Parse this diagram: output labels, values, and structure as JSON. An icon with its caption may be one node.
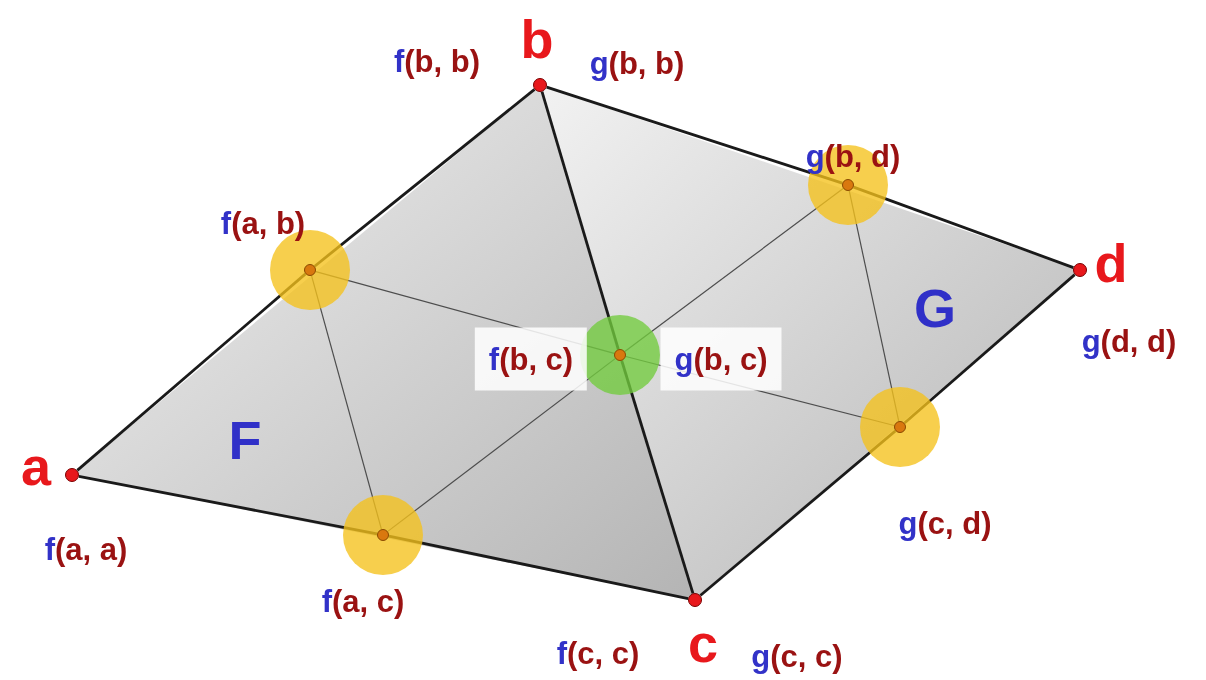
{
  "diagram": {
    "nodes": [
      {
        "text": [
          "a"
        ],
        "beside": [
          "f(a, a)"
        ]
      },
      {
        "text": [
          "b"
        ],
        "beside": [
          "f(b, b)",
          "g(b, b)"
        ]
      },
      {
        "text": [
          "c"
        ],
        "beside": [
          "f(c, c)",
          "g(c, c)"
        ]
      },
      {
        "text": [
          "d"
        ],
        "beside": [
          "g(d, d)"
        ]
      },
      {
        "text": [
          "f(a, b)"
        ]
      },
      {
        "text": [
          "g(b, d)"
        ]
      },
      {
        "text": [
          "f(b, c)",
          "g(b, c)"
        ]
      },
      {
        "text": [
          "f(a, c)"
        ]
      },
      {
        "text": [
          "g(c, d)"
        ]
      }
    ],
    "edges": [
      {
        "from": 0,
        "to": 4,
        "arrow": "none"
      },
      {
        "from": 4,
        "to": 1,
        "arrow": "none"
      },
      {
        "from": 1,
        "to": 5,
        "arrow": "none"
      },
      {
        "from": 5,
        "to": 3,
        "arrow": "none"
      },
      {
        "from": 3,
        "to": 8,
        "arrow": "none"
      },
      {
        "from": 8,
        "to": 2,
        "arrow": "none"
      },
      {
        "from": 2,
        "to": 7,
        "arrow": "none"
      },
      {
        "from": 7,
        "to": 0,
        "arrow": "none"
      },
      {
        "from": 1,
        "to": 6,
        "arrow": "none"
      },
      {
        "from": 6,
        "to": 2,
        "arrow": "none"
      },
      {
        "from": 4,
        "to": 6,
        "arrow": "none",
        "color": "#4d4d4d"
      },
      {
        "from": 6,
        "to": 8,
        "arrow": "none",
        "color": "#4d4d4d"
      },
      {
        "from": 7,
        "to": 6,
        "arrow": "none",
        "color": "#4d4d4d"
      },
      {
        "from": 6,
        "to": 5,
        "arrow": "none",
        "color": "#4d4d4d"
      },
      {
        "from": 4,
        "to": 7,
        "arrow": "none",
        "color": "#4d4d4d"
      },
      {
        "from": 5,
        "to": 8,
        "arrow": "none",
        "color": "#4d4d4d"
      }
    ],
    "labels": [
      "F",
      "G"
    ]
  }
}
